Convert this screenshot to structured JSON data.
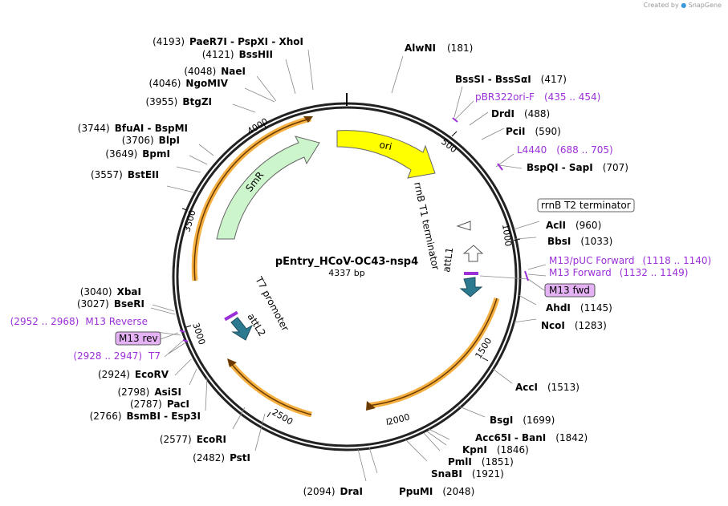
{
  "credit": {
    "prefix": "Created by",
    "brand": "SnapGene"
  },
  "map": {
    "name": "pEntry_HCoV-OC43-nsp4",
    "length": "4337 bp",
    "ticks": [
      "500",
      "1000",
      "1500",
      "2000",
      "2500",
      "3000",
      "3500",
      "4000"
    ],
    "features": {
      "ori": "ori",
      "smr": "SmR",
      "rrnb_t1": "rrnB T1 terminator",
      "attl1": "attL1",
      "t7_promoter": "T7 promoter",
      "attl2": "attL2"
    },
    "boxed": {
      "rrnb_t2": "rrnB T2 terminator",
      "m13_fwd": "M13 fwd",
      "m13_rev": "M13 rev"
    },
    "sites": [
      {
        "pos": "(4193)",
        "name": "PaeR7I  - PspXI  - XhoI"
      },
      {
        "pos": "(4121)",
        "name": "BssHII"
      },
      {
        "pos": "(4048)",
        "name": "NaeI"
      },
      {
        "pos": "(4046)",
        "name": "NgoMIV"
      },
      {
        "pos": "(3955)",
        "name": "BtgZI"
      },
      {
        "pos": "(3744)",
        "name": "BfuAI  - BspMI"
      },
      {
        "pos": "(3706)",
        "name": "BlpI"
      },
      {
        "pos": "(3649)",
        "name": "BpmI"
      },
      {
        "pos": "(3557)",
        "name": "BstEII"
      },
      {
        "pos": "(3040)",
        "name": "XbaI"
      },
      {
        "pos": "(3027)",
        "name": "BseRI"
      },
      {
        "pos": "(2924)",
        "name": "EcoRV"
      },
      {
        "pos": "(2798)",
        "name": "AsiSI"
      },
      {
        "pos": "(2787)",
        "name": "PacI"
      },
      {
        "pos": "(2766)",
        "name": "BsmBI  - Esp3I"
      },
      {
        "pos": "(2577)",
        "name": "EcoRI"
      },
      {
        "pos": "(2482)",
        "name": "PstI"
      },
      {
        "pos": "(2094)",
        "name": "DraI"
      },
      {
        "pos": "(2048)",
        "name": "PpuMI"
      },
      {
        "pos": "(1921)",
        "name": "SnaBI"
      },
      {
        "pos": "(1851)",
        "name": "PmlI"
      },
      {
        "pos": "(1846)",
        "name": "KpnI"
      },
      {
        "pos": "(1842)",
        "name": "Acc65I  - BanI"
      },
      {
        "pos": "(1699)",
        "name": "BsgI"
      },
      {
        "pos": "(1513)",
        "name": "AccI"
      },
      {
        "pos": "(1283)",
        "name": "NcoI"
      },
      {
        "pos": "(1145)",
        "name": "AhdI"
      },
      {
        "pos": "(1033)",
        "name": "BbsI"
      },
      {
        "pos": "(960)",
        "name": "AclI"
      },
      {
        "pos": "(707)",
        "name": "BspQI  - SapI"
      },
      {
        "pos": "(590)",
        "name": "PciI"
      },
      {
        "pos": "(488)",
        "name": "DrdI"
      },
      {
        "pos": "(417)",
        "name": "BssSI  - BssSαI"
      },
      {
        "pos": "(181)",
        "name": "AlwNI"
      }
    ],
    "primers": [
      {
        "name": "pBR322ori-F",
        "range": "(435 .. 454)"
      },
      {
        "name": "L4440",
        "range": "(688 .. 705)"
      },
      {
        "name": "M13/pUC Forward",
        "range": "(1118 .. 1140)"
      },
      {
        "name": "M13 Forward",
        "range": "(1132 .. 1149)"
      },
      {
        "name": "M13 Reverse",
        "range": "(2952 .. 2968)"
      },
      {
        "name": "T7",
        "range": "(2928 .. 2947)"
      }
    ],
    "colors": {
      "ori": "#ffff00",
      "smr": "#ccf5cc",
      "insert": "#f5b041",
      "attl": "#2b7a90",
      "primer": "#9b30d9",
      "boxfill": "#e5b3f5"
    }
  }
}
